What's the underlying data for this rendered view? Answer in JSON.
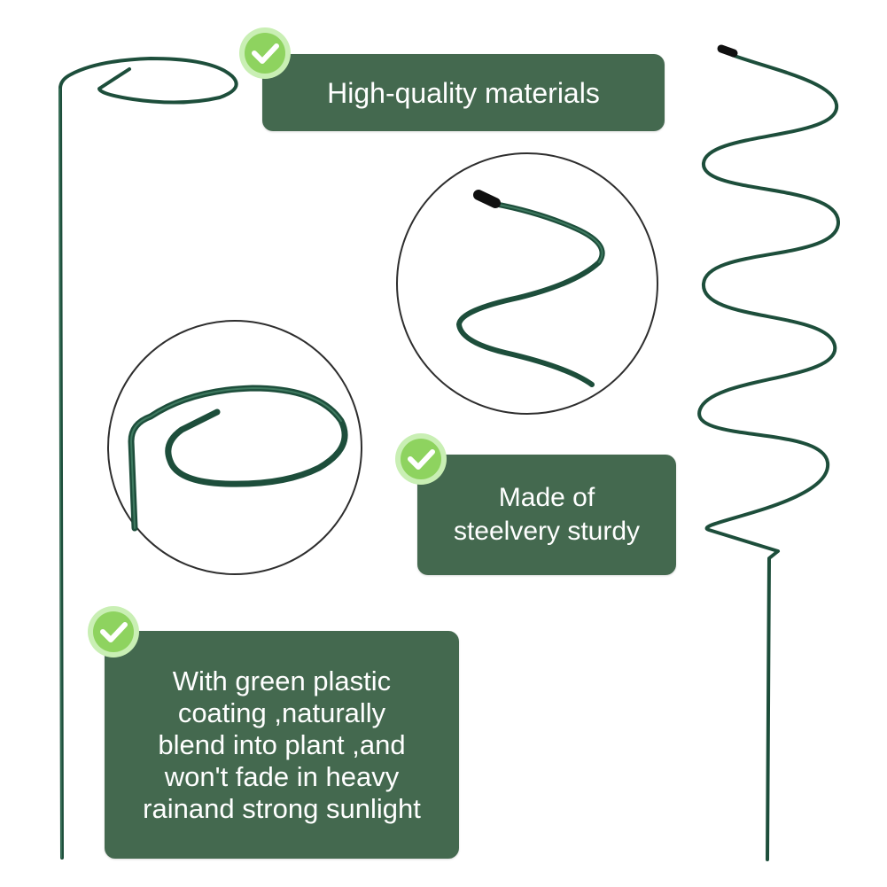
{
  "features": [
    {
      "id": "materials",
      "text": "High-quality materials"
    },
    {
      "id": "steel",
      "text": "Made of\nsteelvery sturdy"
    },
    {
      "id": "coating",
      "text": "With green plastic\ncoating ,naturally\nblend into plant ,and\nwon't fade in heavy\nrainand strong sunlight"
    }
  ],
  "icons": {
    "check": "check-circle-icon",
    "ring_support": "ring-plant-support-stake",
    "spiral_support": "spiral-plant-support-stake"
  },
  "colors": {
    "box": "#44694f",
    "box_text": "#ffffff",
    "wire": "#1d4e3b",
    "wire_highlight": "#3f7a60",
    "check_fill": "#8ed35f",
    "check_ring": "#c9efb4",
    "magnifier_border": "#2e2e2e",
    "tip": "#101010"
  }
}
